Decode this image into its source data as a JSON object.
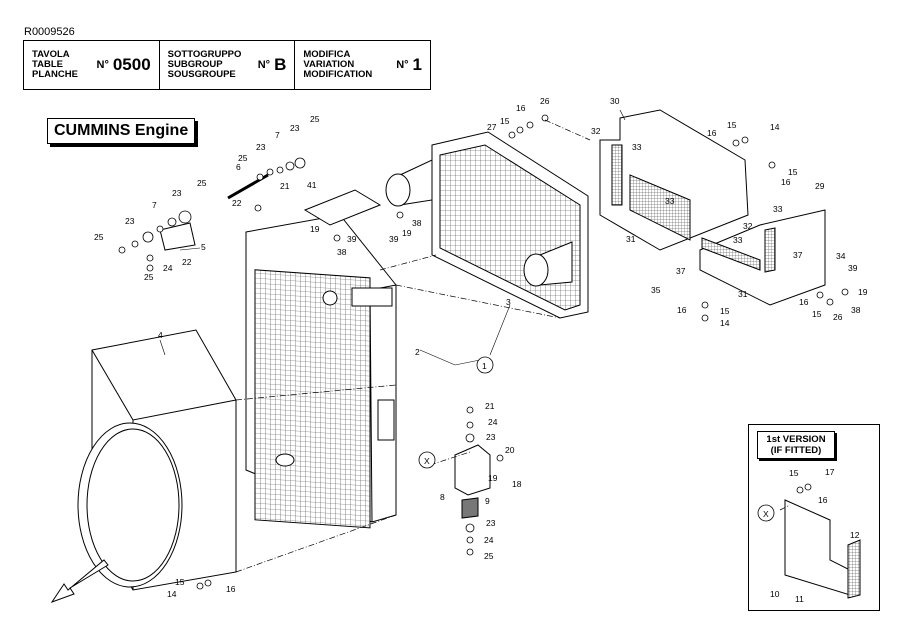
{
  "document_code": "R0009526",
  "header": {
    "table": {
      "labels": [
        "TAVOLA",
        "TABLE",
        "PLANCHE"
      ],
      "no_label": "N°",
      "value": "0500"
    },
    "subgroup": {
      "labels": [
        "SOTTOGRUPPO",
        "SUBGROUP",
        "SOUSGROUPE"
      ],
      "no_label": "N°",
      "value": "B"
    },
    "modification": {
      "labels": [
        "MODIFICA",
        "VARIATION",
        "MODIFICATION"
      ],
      "no_label": "N°",
      "value": "1"
    }
  },
  "engine_title": "CUMMINS Engine",
  "inset_title": [
    "1st VERSION",
    "(IF FITTED)"
  ],
  "callouts": {
    "c1": "1",
    "c2": "2",
    "c3": "3",
    "c4": "4",
    "c5": "5",
    "c6": "6",
    "c7": "7",
    "c8": "8",
    "c9": "9",
    "c10": "10",
    "c11": "11",
    "c12": "12",
    "c14": "14",
    "c15": "15",
    "c16": "16",
    "c17": "17",
    "c18": "18",
    "c19": "19",
    "c20": "20",
    "c21": "21",
    "c22": "22",
    "c23": "23",
    "c24": "24",
    "c25": "25",
    "c26": "26",
    "c27": "27",
    "c29": "29",
    "c30": "30",
    "c31": "31",
    "c32": "32",
    "c33": "33",
    "c34": "34",
    "c35": "35",
    "c37": "37",
    "c38": "38",
    "c39": "39",
    "c41": "41",
    "cX": "X"
  }
}
